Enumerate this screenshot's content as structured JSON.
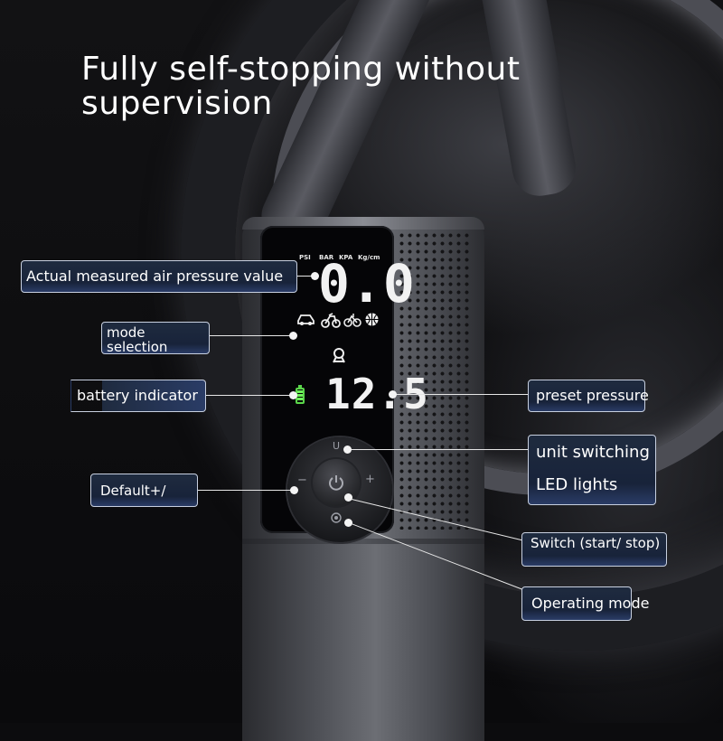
{
  "headline": "Fully self-stopping without supervision",
  "display": {
    "units": [
      "PSI",
      "BAR",
      "KPA",
      "Kg/cm"
    ],
    "actual_reading": "0.0",
    "preset_reading": "12.5"
  },
  "mode_icons": [
    "car-icon",
    "motorcycle-icon",
    "bicycle-icon",
    "ball-icon"
  ],
  "callouts": {
    "actual_pressure": "Actual measured air pressure value",
    "mode_selection": "mode selection",
    "battery_indicator": "battery indicator",
    "default": "Default+/",
    "preset_pressure": "preset pressure",
    "unit_switching": "unit switching",
    "led_lights": "LED lights",
    "switch": "Switch (start/ stop)",
    "operating_mode": "Operating mode"
  },
  "dial_symbols": {
    "minus": "−",
    "plus": "+",
    "unit": "U"
  },
  "colors": {
    "battery": "#5ad64a",
    "callout_bg": "#1f2b3f",
    "callout_border": "#c8d0e0",
    "display_text": "#f2f2f2"
  }
}
